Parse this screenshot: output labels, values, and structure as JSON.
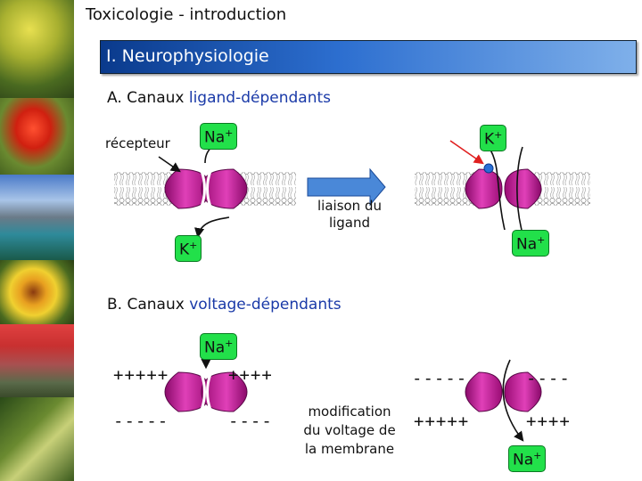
{
  "header": {
    "title": "Toxicologie - introduction"
  },
  "banner": {
    "title": "I. Neurophysiologie"
  },
  "section_a": {
    "prefix": "A. Canaux ",
    "highlight": "ligand-dépendants"
  },
  "section_b": {
    "prefix": "B. Canaux ",
    "highlight": "voltage-dépendants"
  },
  "labels": {
    "recepteur": "récepteur",
    "liaison": "liaison du ligand",
    "modification": "modification du voltage de la membrane"
  },
  "ions": {
    "na": "Na",
    "k": "K",
    "charge": "+"
  },
  "charges": {
    "plus5": "+++++",
    "plus4": "++++",
    "minus5": "-----",
    "minus4": "----"
  },
  "colors": {
    "banner_start": "#0a3a8c",
    "banner_end": "#7fb0ea",
    "ion_bubble": "#22e04a",
    "channel": "#c8149a",
    "ligand": "#2a6fd6",
    "arrow": "#4a88d8",
    "pointer": "#e02020",
    "section_highlight": "#1a3aa8"
  },
  "photos": [
    "flower-photo",
    "mushroom-photo",
    "lake-photo",
    "sunflower-photo",
    "mountain-photo",
    "forest-photo"
  ]
}
